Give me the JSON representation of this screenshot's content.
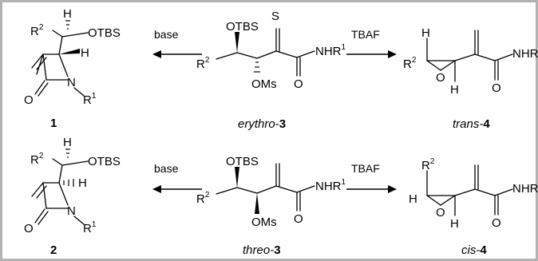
{
  "conditions": {
    "base_top": "base",
    "tbaf_top": "TBAF",
    "base_bottom": "base",
    "tbaf_bottom": "TBAF"
  },
  "labels": {
    "c1": "1",
    "c2": "2",
    "erythro_prefix": "erythro-",
    "erythro_num": "3",
    "threo_prefix": "threo-",
    "threo_num": "3",
    "trans_prefix": "trans-",
    "trans_num": "4",
    "cis_prefix": "cis-",
    "cis_num": "4"
  },
  "atoms": {
    "otbs": "OTBS",
    "oms": "OMs",
    "nhr": "NHR",
    "r1": "R",
    "r2": "R",
    "sup1": "1",
    "sup2": "2",
    "h": "H",
    "o": "O",
    "n": "N",
    "s": "S"
  }
}
